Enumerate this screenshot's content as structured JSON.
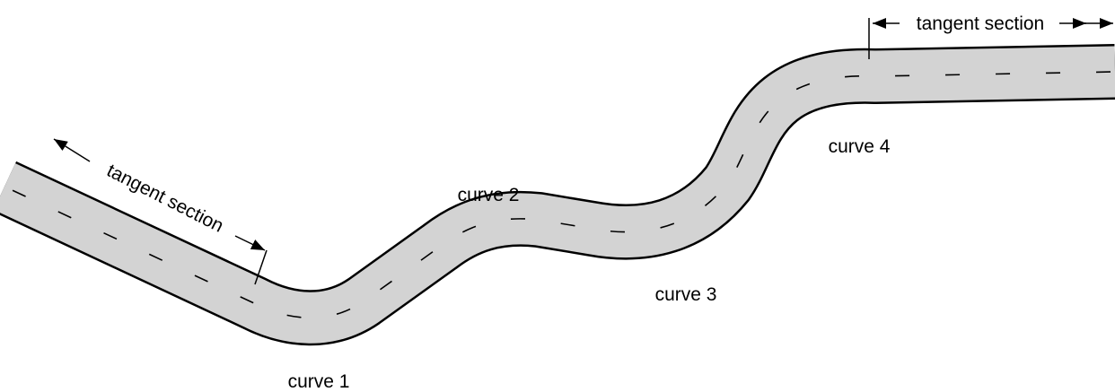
{
  "diagram": {
    "labels": {
      "tangent_left": "tangent section",
      "tangent_right": "tangent section",
      "curve_1": "curve 1",
      "curve_2": "curve 2",
      "curve_3": "curve 3",
      "curve_4": "curve 4"
    },
    "colors": {
      "road_surface": "#d3d3d3",
      "road_edge": "#000000",
      "centerline": "#000000",
      "background": "#ffffff"
    }
  }
}
